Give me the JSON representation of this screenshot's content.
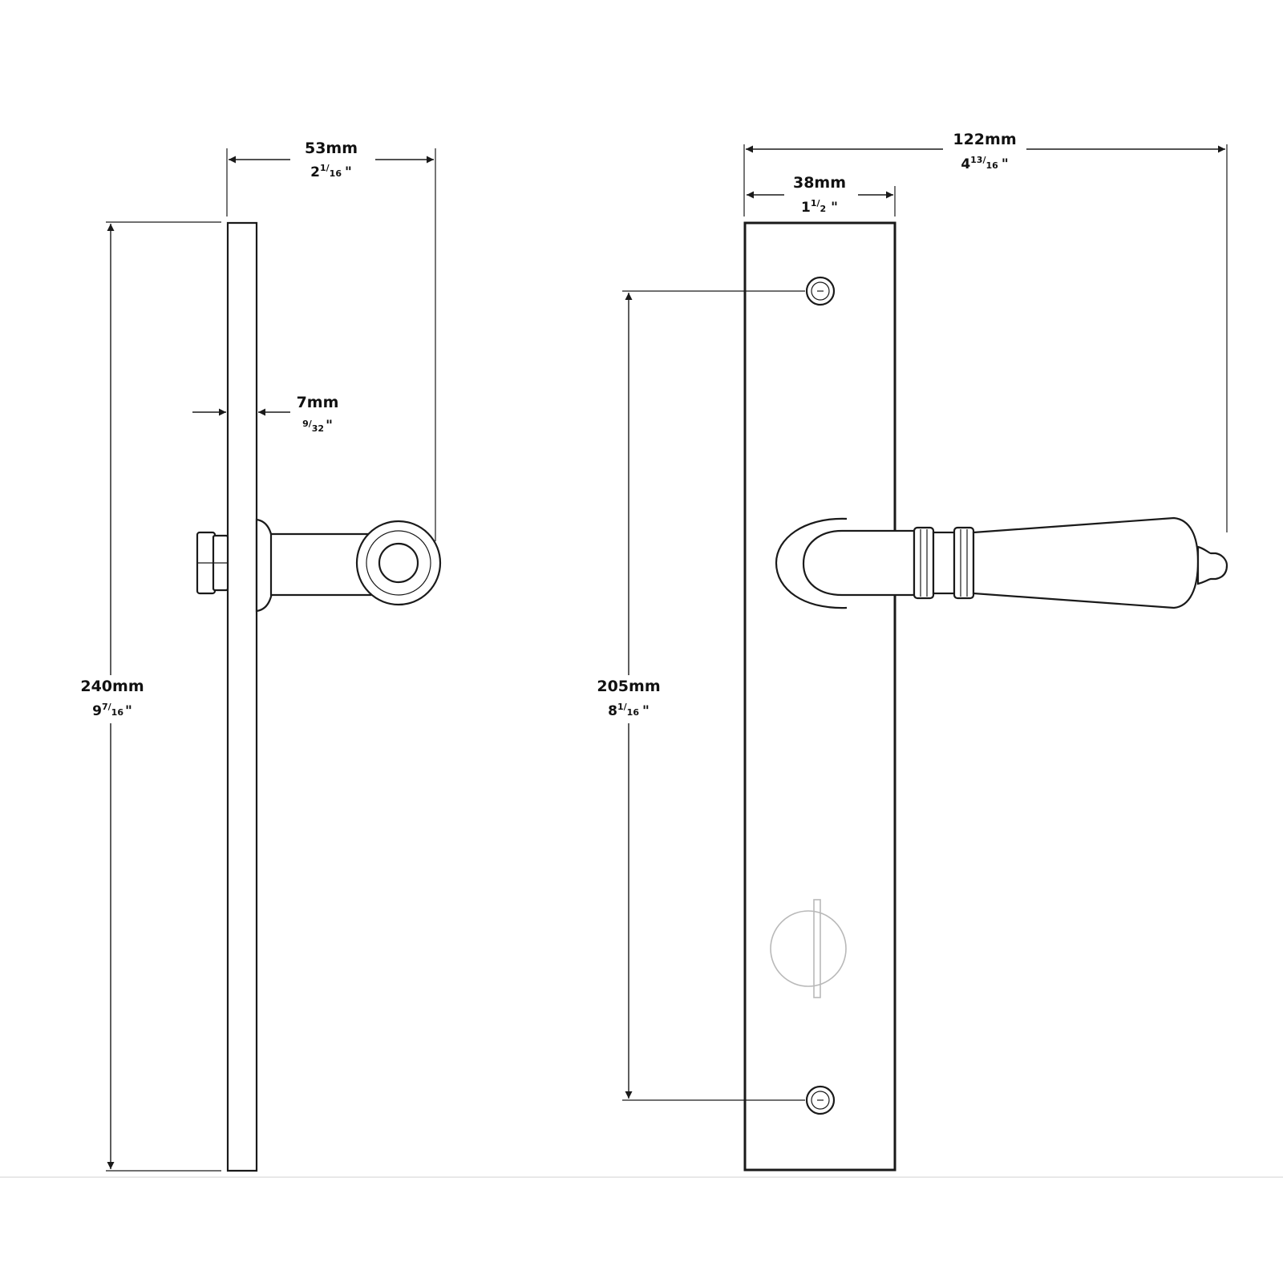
{
  "side_view": {
    "depth": {
      "mm": "53mm",
      "whole": "2",
      "num": "1",
      "den": "16",
      "mark": "\""
    },
    "plate_thickness": {
      "mm": "7mm",
      "whole": "",
      "num": "9",
      "den": "32",
      "mark": "\""
    },
    "plate_height": {
      "mm": "240mm",
      "whole": "9",
      "num": "7",
      "den": "16",
      "mark": "\""
    }
  },
  "front_view": {
    "overall_width": {
      "mm": "122mm",
      "whole": "4",
      "num": "13",
      "den": "16",
      "mark": "\""
    },
    "plate_width": {
      "mm": "38mm",
      "whole": "1",
      "num": "1",
      "den": "2",
      "mark": "\""
    },
    "fixing_centres": {
      "mm": "205mm",
      "whole": "8",
      "num": "1",
      "den": "16",
      "mark": "\""
    }
  },
  "icons": {
    "screw": "screw-icon",
    "turn": "thumbturn-icon",
    "lever": "lever-handle-icon"
  }
}
